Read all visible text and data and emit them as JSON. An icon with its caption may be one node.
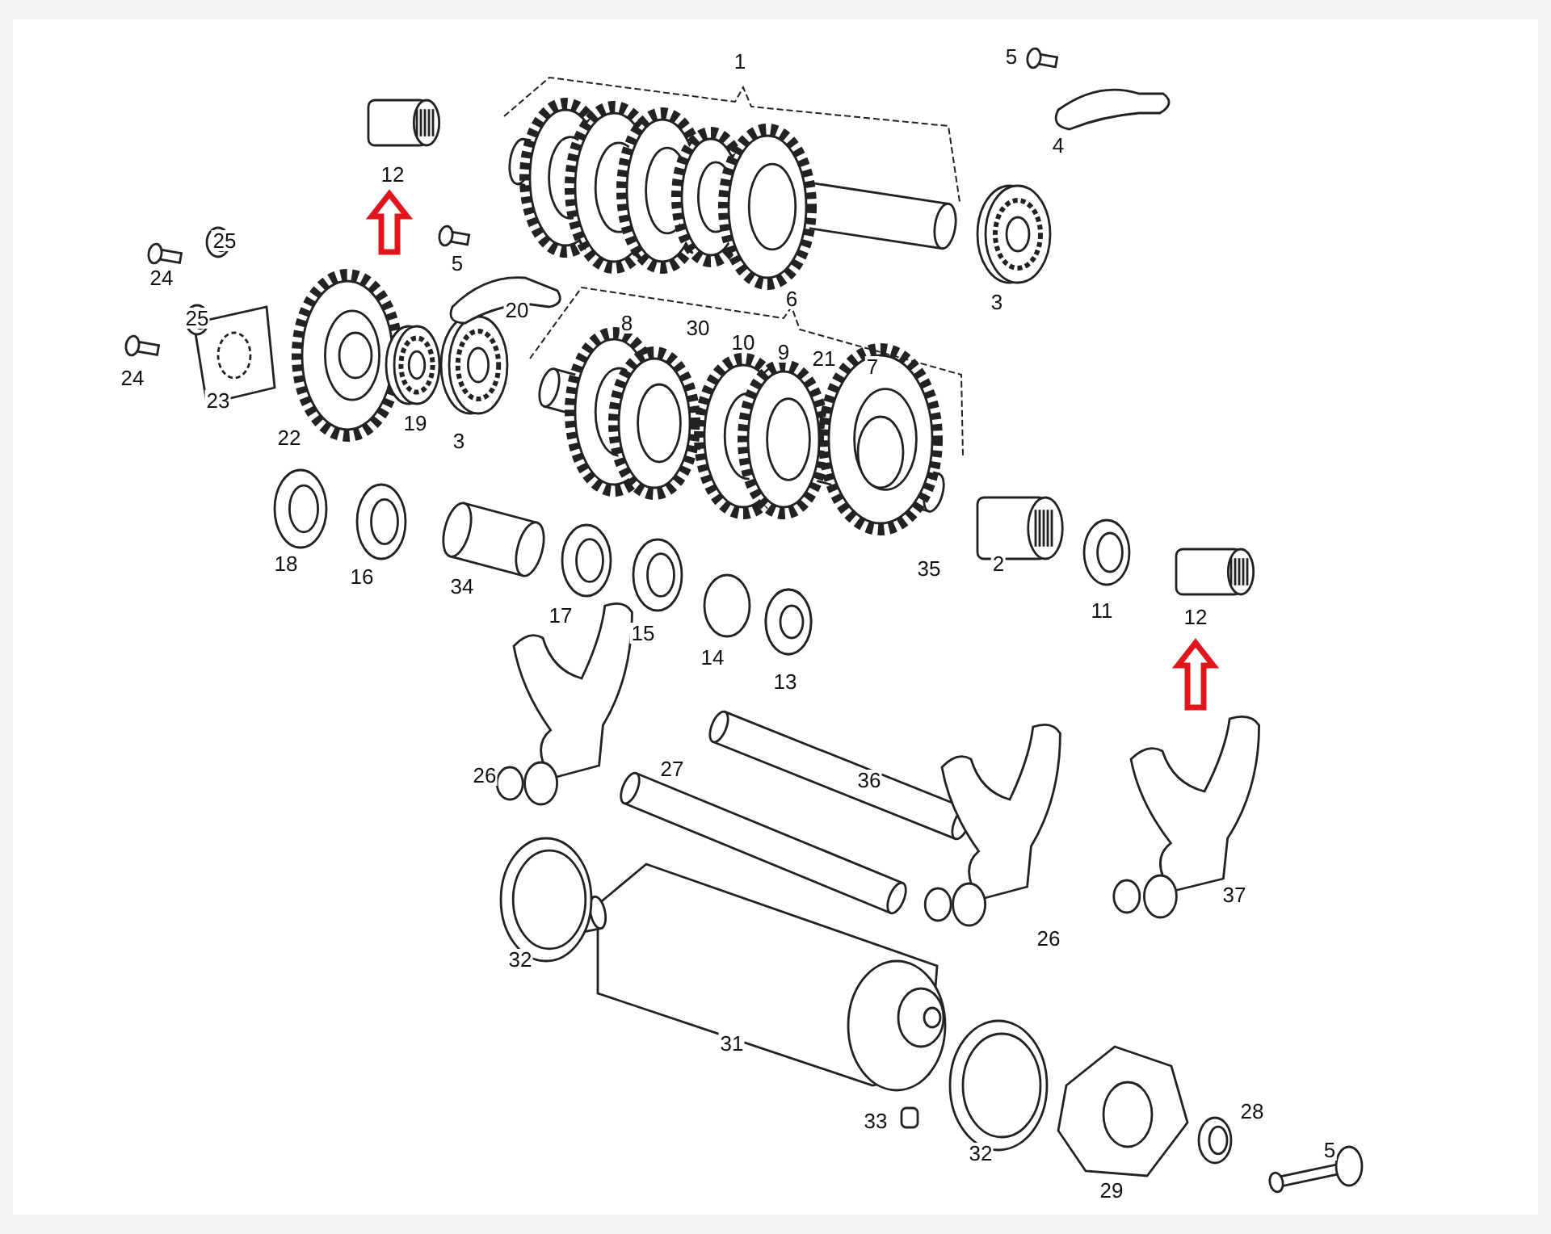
{
  "diagram": {
    "labels": [
      "1",
      "5",
      "12",
      "4",
      "25",
      "5",
      "24",
      "20",
      "6",
      "25",
      "3",
      "8",
      "30",
      "10",
      "9",
      "21",
      "7",
      "24",
      "23",
      "22",
      "19",
      "3",
      "18",
      "16",
      "34",
      "35",
      "2",
      "17",
      "15",
      "11",
      "12",
      "14",
      "13",
      "26",
      "27",
      "36",
      "37",
      "26",
      "32",
      "31",
      "28",
      "33",
      "32",
      "5",
      "29"
    ]
  }
}
